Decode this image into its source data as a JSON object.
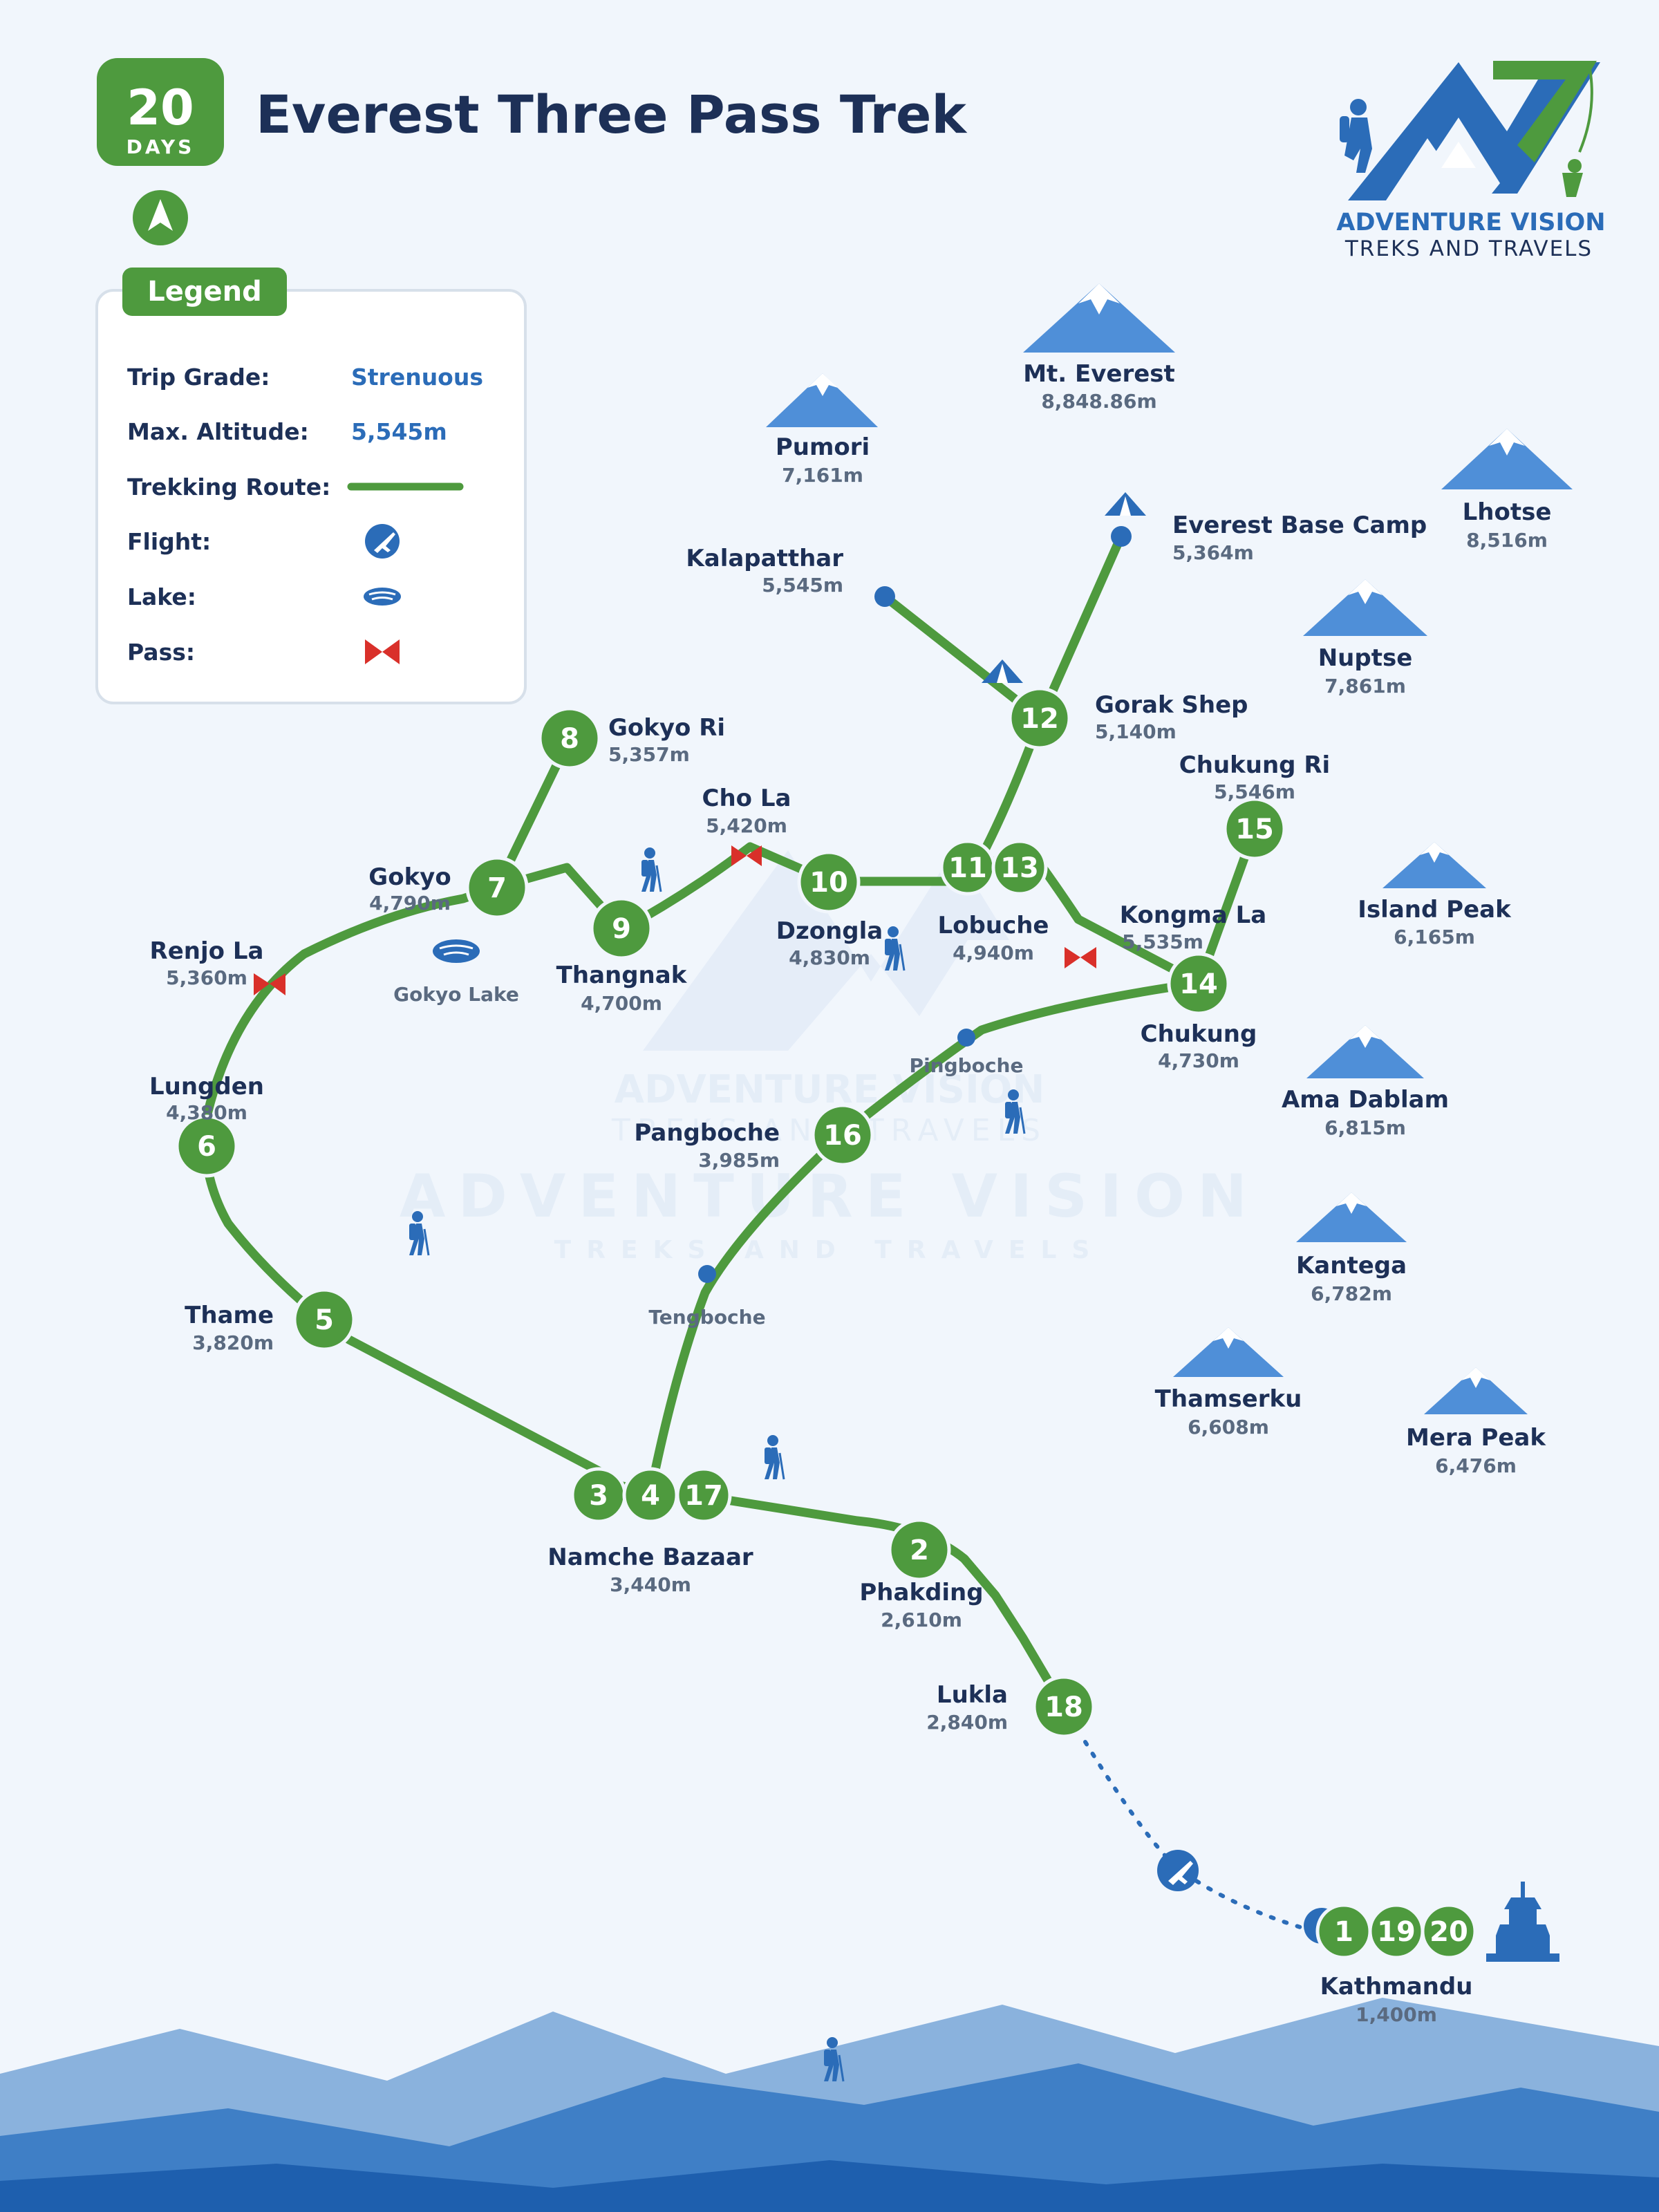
{
  "title": "Everest Three Pass Trek",
  "badge": {
    "number": "20",
    "unit": "DAYS"
  },
  "brand": {
    "name": "ADVENTURE VISION",
    "tagline": "TREKS AND TRAVELS"
  },
  "watermark": {
    "name": "ADVENTURE VISION",
    "tagline": "TREKS AND TRAVELS"
  },
  "legend": {
    "title": "Legend",
    "trip_grade_label": "Trip Grade:",
    "trip_grade_value": "Strenuous",
    "max_altitude_label": "Max. Altitude:",
    "max_altitude_value": "5,545m",
    "route_label": "Trekking Route:",
    "flight_label": "Flight:",
    "lake_label": "Lake:",
    "pass_label": "Pass:"
  },
  "colors": {
    "route_green": "#4e9a3e",
    "accent_blue": "#2b6cb8",
    "title_navy": "#1d3057",
    "pass_red": "#d9302a",
    "mountain_blue": "#4f8fd8"
  },
  "stops": [
    {
      "num": "1"
    },
    {
      "num": "2"
    },
    {
      "num": "3"
    },
    {
      "num": "4"
    },
    {
      "num": "5"
    },
    {
      "num": "6"
    },
    {
      "num": "7"
    },
    {
      "num": "8"
    },
    {
      "num": "9"
    },
    {
      "num": "10"
    },
    {
      "num": "11"
    },
    {
      "num": "12"
    },
    {
      "num": "13"
    },
    {
      "num": "14"
    },
    {
      "num": "15"
    },
    {
      "num": "16"
    },
    {
      "num": "17"
    },
    {
      "num": "18"
    },
    {
      "num": "19"
    },
    {
      "num": "20"
    }
  ],
  "places": [
    {
      "name": "Kathmandu",
      "alt": "1,400m"
    },
    {
      "name": "Phakding",
      "alt": "2,610m"
    },
    {
      "name": "Lukla",
      "alt": "2,840m"
    },
    {
      "name": "Namche Bazaar",
      "alt": "3,440m"
    },
    {
      "name": "Thame",
      "alt": "3,820m"
    },
    {
      "name": "Lungden",
      "alt": "4,380m"
    },
    {
      "name": "Renjo La",
      "alt": "5,360m"
    },
    {
      "name": "Gokyo",
      "alt": "4,790m"
    },
    {
      "name": "Gokyo Ri",
      "alt": "5,357m"
    },
    {
      "name": "Thangnak",
      "alt": "4,700m"
    },
    {
      "name": "Cho La",
      "alt": "5,420m"
    },
    {
      "name": "Dzongla",
      "alt": "4,830m"
    },
    {
      "name": "Lobuche",
      "alt": "4,940m"
    },
    {
      "name": "Gorak Shep",
      "alt": "5,140m"
    },
    {
      "name": "Kalapatthar",
      "alt": "5,545m"
    },
    {
      "name": "Everest Base Camp",
      "alt": "5,364m"
    },
    {
      "name": "Kongma La",
      "alt": "5,535m"
    },
    {
      "name": "Chukung Ri",
      "alt": "5,546m"
    },
    {
      "name": "Chukung",
      "alt": "4,730m"
    },
    {
      "name": "Pangboche",
      "alt": "3,985m"
    }
  ],
  "minor_places": [
    "Gokyo Lake",
    "Pingboche",
    "Tengboche"
  ],
  "peaks": [
    {
      "name": "Mt. Everest",
      "alt": "8,848.86m"
    },
    {
      "name": "Pumori",
      "alt": "7,161m"
    },
    {
      "name": "Lhotse",
      "alt": "8,516m"
    },
    {
      "name": "Nuptse",
      "alt": "7,861m"
    },
    {
      "name": "Island Peak",
      "alt": "6,165m"
    },
    {
      "name": "Ama Dablam",
      "alt": "6,815m"
    },
    {
      "name": "Kantega",
      "alt": "6,782m"
    },
    {
      "name": "Thamserku",
      "alt": "6,608m"
    },
    {
      "name": "Mera Peak",
      "alt": "6,476m"
    }
  ]
}
